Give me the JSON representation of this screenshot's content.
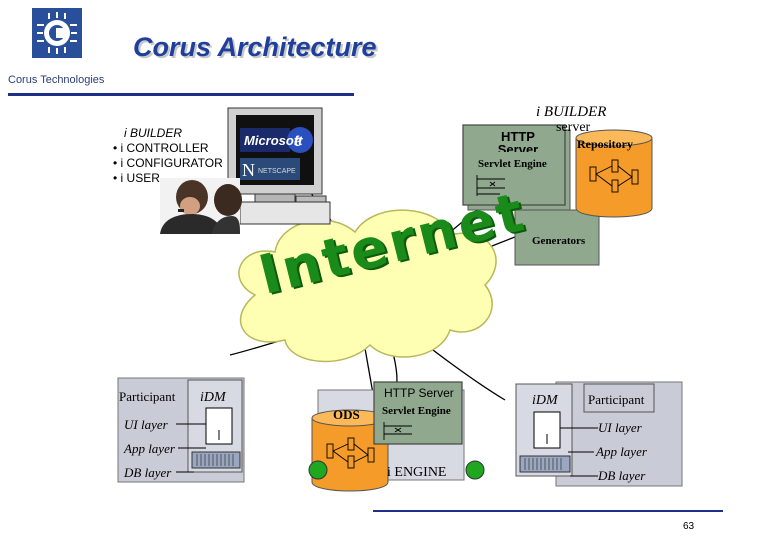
{
  "header": {
    "logo_text": "Corus Technologies",
    "title": "Corus Architecture"
  },
  "roles": [
    "i BUILDER",
    "• i CONTROLLER",
    "• i CONFIGURATOR",
    "• i USER"
  ],
  "builder": {
    "title": "i BUILDER",
    "subtitle": "server",
    "http_server": "HTTP Server",
    "repository": "Repository",
    "servlet_engine": "Servlet Engine",
    "generators": "Generators"
  },
  "internet_label": "Internet",
  "browsers": {
    "ie": "Microsoft",
    "netscape": "NETSCAPE"
  },
  "participant_left": {
    "title": "Participant",
    "idm": "iDM",
    "layers": [
      "UI layer",
      "App layer",
      "DB layer"
    ]
  },
  "engine": {
    "http_server": "HTTP Server",
    "servlet_engine": "Servlet Engine",
    "ods": "ODS",
    "label": "i ENGINE"
  },
  "participant_right": {
    "title": "Participant",
    "idm": "iDM",
    "layers": [
      "UI layer",
      "App layer",
      "DB layer"
    ]
  },
  "page_number": "63",
  "colors": {
    "title": "#1e3f9c",
    "server_box": "#8fa88e",
    "repository": "#f59b2a",
    "cloud": "#ffffb3",
    "internet_text": "#1a8a1a",
    "node_green": "#1fa81f"
  }
}
